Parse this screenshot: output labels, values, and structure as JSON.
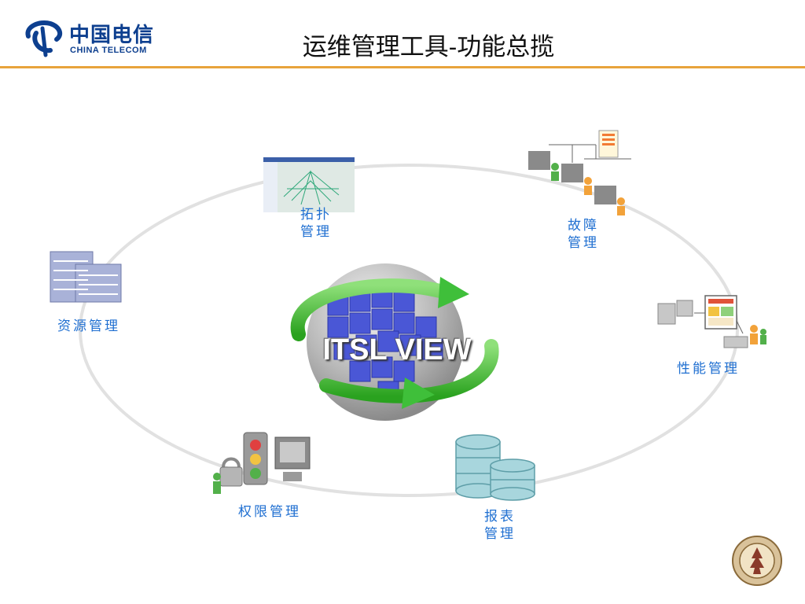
{
  "header": {
    "logo_cn": "中国电信",
    "logo_en": "CHINA TELECOM",
    "title": "运维管理工具-功能总揽"
  },
  "center": {
    "label": "ITSL VIEW"
  },
  "modules": {
    "topology": "拓扑\n管理",
    "fault": "故障\n管理",
    "resource": "资源管理",
    "performance": "性能管理",
    "permission": "权限管理",
    "report": "报表\n管理"
  },
  "colors": {
    "accent_rule": "#e8a33c",
    "label_blue": "#1f6fd1",
    "brand_blue": "#0d3f8f",
    "arrow_green": "#3fbf3a",
    "cube_blue": "#4a57d6"
  },
  "icons": {
    "logo": "china-telecom-logo",
    "college_seal": "china-telecom-college-seal"
  }
}
